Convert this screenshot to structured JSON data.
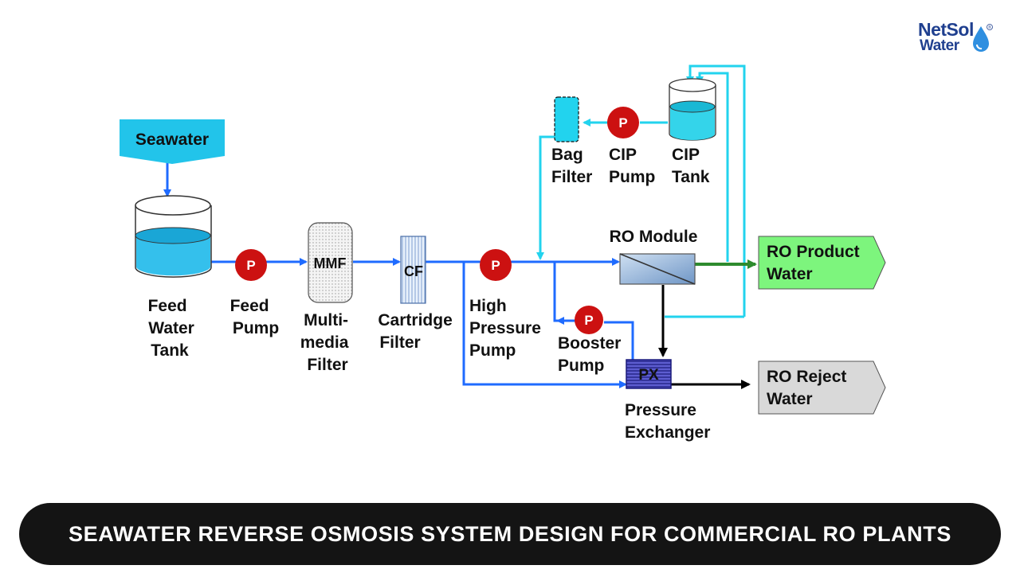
{
  "logo": {
    "line1": "NetSol",
    "line2": "Water",
    "mark": "®"
  },
  "diagram": {
    "source_label": "Seawater",
    "feed_tank": [
      "Feed",
      "Water",
      "Tank"
    ],
    "feed_pump": [
      "Feed",
      "Pump"
    ],
    "mmf_box": "MMF",
    "mmf_label": [
      "Multi-",
      "media",
      "Filter"
    ],
    "cf_box": "CF",
    "cf_label": [
      "Cartridge",
      "Filter"
    ],
    "hp_pump": [
      "High",
      "Pressure",
      "Pump"
    ],
    "booster_pump": [
      "Booster",
      "Pump"
    ],
    "ro_module": "RO Module",
    "px_box": "PX",
    "px_label": [
      "Pressure",
      "Exchanger"
    ],
    "bag_filter": [
      "Bag",
      "Filter"
    ],
    "cip_pump": [
      "CIP",
      "Pump"
    ],
    "cip_tank": [
      "CIP",
      "Tank"
    ],
    "product_water": [
      "RO Product",
      "Water"
    ],
    "reject_water": [
      "RO Reject",
      "Water"
    ],
    "pump_symbol": "P"
  },
  "colors": {
    "feed_line": "#1f6bff",
    "cip_line": "#22d3ee",
    "product_line": "#2e8b2e",
    "reject_line": "#000000",
    "pump": "#cc1111",
    "seawater_box": "#22c4ea",
    "product_box": "#7df57d",
    "reject_box": "#d9d9d9"
  },
  "banner": {
    "title": "SEAWATER REVERSE OSMOSIS SYSTEM DESIGN FOR COMMERCIAL RO PLANTS"
  }
}
